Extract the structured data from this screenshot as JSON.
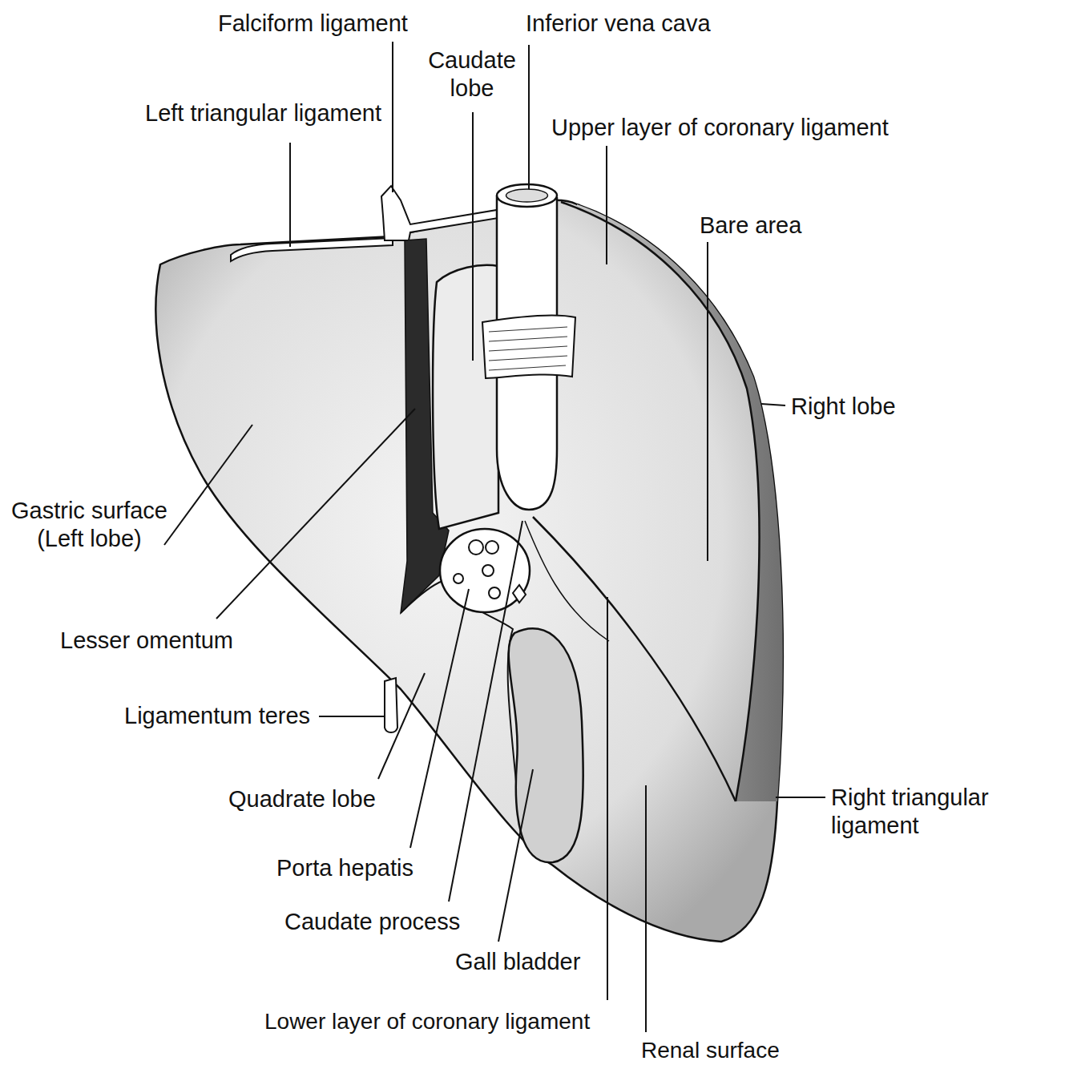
{
  "diagram": {
    "labels": [
      "Falciform ligament",
      "Caudate lobe",
      "Inferior vena cava",
      "Left triangular ligament",
      "Upper layer of coronary ligament",
      "Bare area",
      "Right lobe",
      "Gastric surface (Left lobe)",
      "Lesser omentum",
      "Ligamentum teres",
      "Quadrate lobe",
      "Porta hepatis",
      "Caudate process",
      "Gall bladder",
      "Lower layer of coronary ligament",
      "Right triangular ligament",
      "Renal surface"
    ]
  }
}
